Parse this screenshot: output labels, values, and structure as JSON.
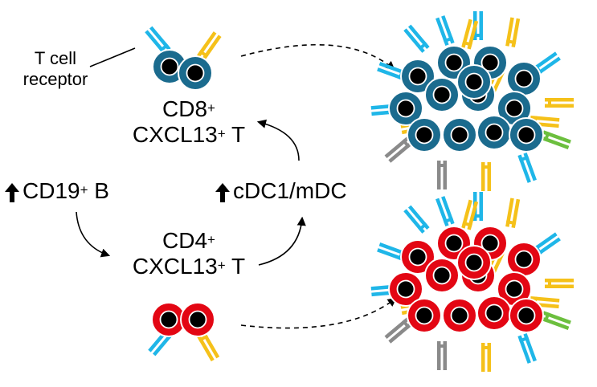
{
  "colors": {
    "cd8_ring": "#1b6b8e",
    "cd4_ring": "#e30613",
    "nucleus": "#000000",
    "receptor_blue": "#1fb6e8",
    "receptor_yellow": "#f5c11a",
    "receptor_gray": "#8a8a8a",
    "receptor_green": "#6cbf3e"
  },
  "labels": {
    "tcr_line1": "T cell",
    "tcr_line2": "receptor",
    "cd8_name": "CD8",
    "cd8_sup": "+",
    "cd8_line2_name": "CXCL13",
    "cd8_line2_sup": "+",
    "cd8_line2_suffix": " T",
    "b_name": "CD19",
    "b_sup": "+",
    "b_suffix": " B",
    "dc_text": "cDC1/mDC",
    "cd4_name": "CD4",
    "cd4_sup": "+",
    "cd4_line2_name": "CXCL13",
    "cd4_line2_sup": "+",
    "cd4_line2_suffix": " T"
  },
  "icons": [
    "up-arrow-icon",
    "t-cell-icon",
    "receptor-icon",
    "cell-cluster-icon"
  ]
}
